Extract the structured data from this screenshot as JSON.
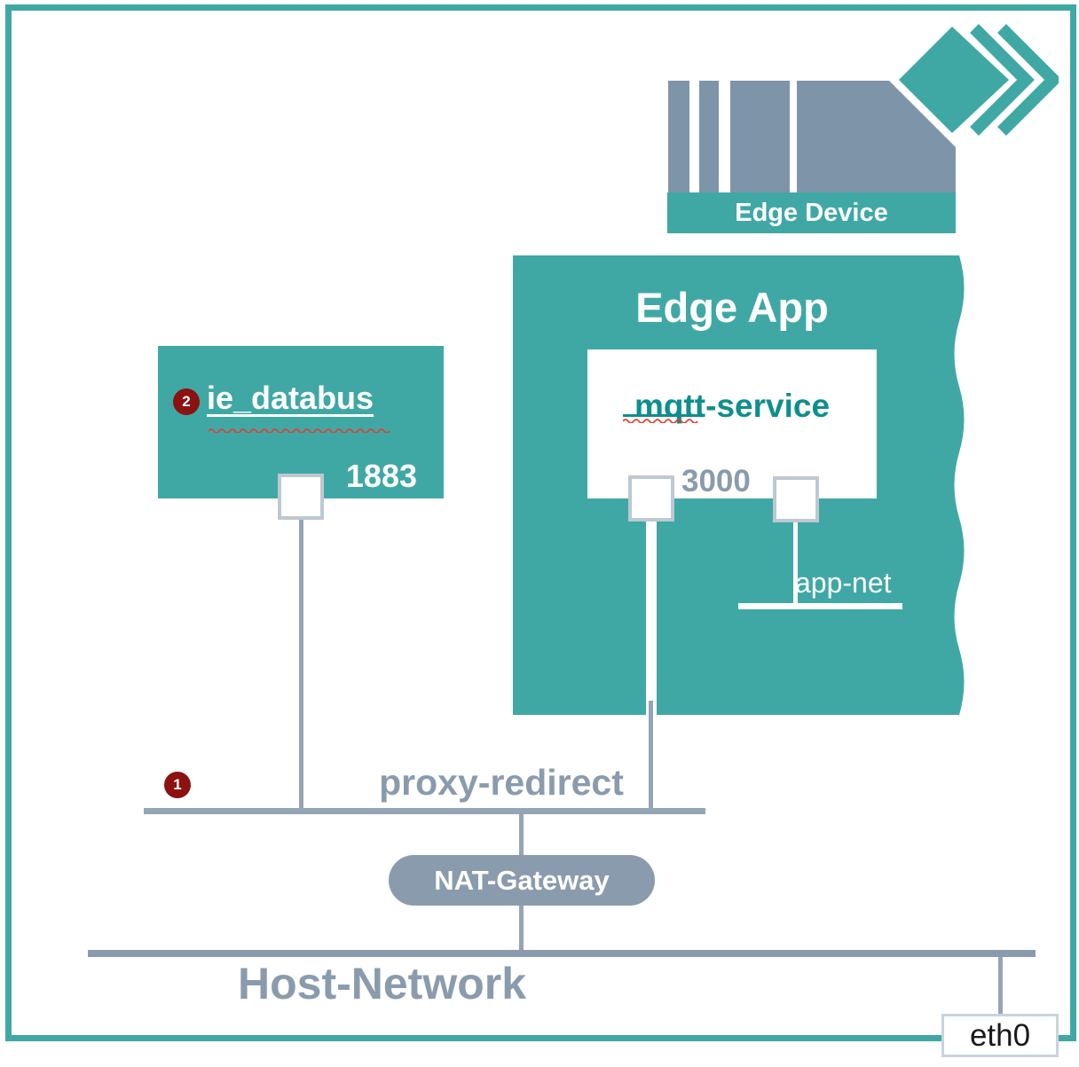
{
  "colors": {
    "teal": "#3FA8A5",
    "teal_dark_text": "#0E8F8C",
    "slate_logo": "#7E94A9",
    "slate_line": "#95A5B5",
    "slate_text": "#8A9BAD",
    "badge_red": "#8C1111",
    "port_border": "#BDC8D2",
    "spellcheck_red": "#E04030"
  },
  "device": {
    "label": "Edge Device"
  },
  "edge_app": {
    "title": "Edge App",
    "service_name": "mqtt-service",
    "service_port": "3000",
    "app_net_label": "app-net"
  },
  "databus": {
    "badge": "2",
    "name": "ie_databus",
    "port": "1883"
  },
  "proxy": {
    "badge": "1",
    "label": "proxy-redirect"
  },
  "nat_gateway": {
    "label": "NAT-Gateway"
  },
  "host_network": {
    "label": "Host-Network"
  },
  "eth0": {
    "label": "eth0"
  }
}
